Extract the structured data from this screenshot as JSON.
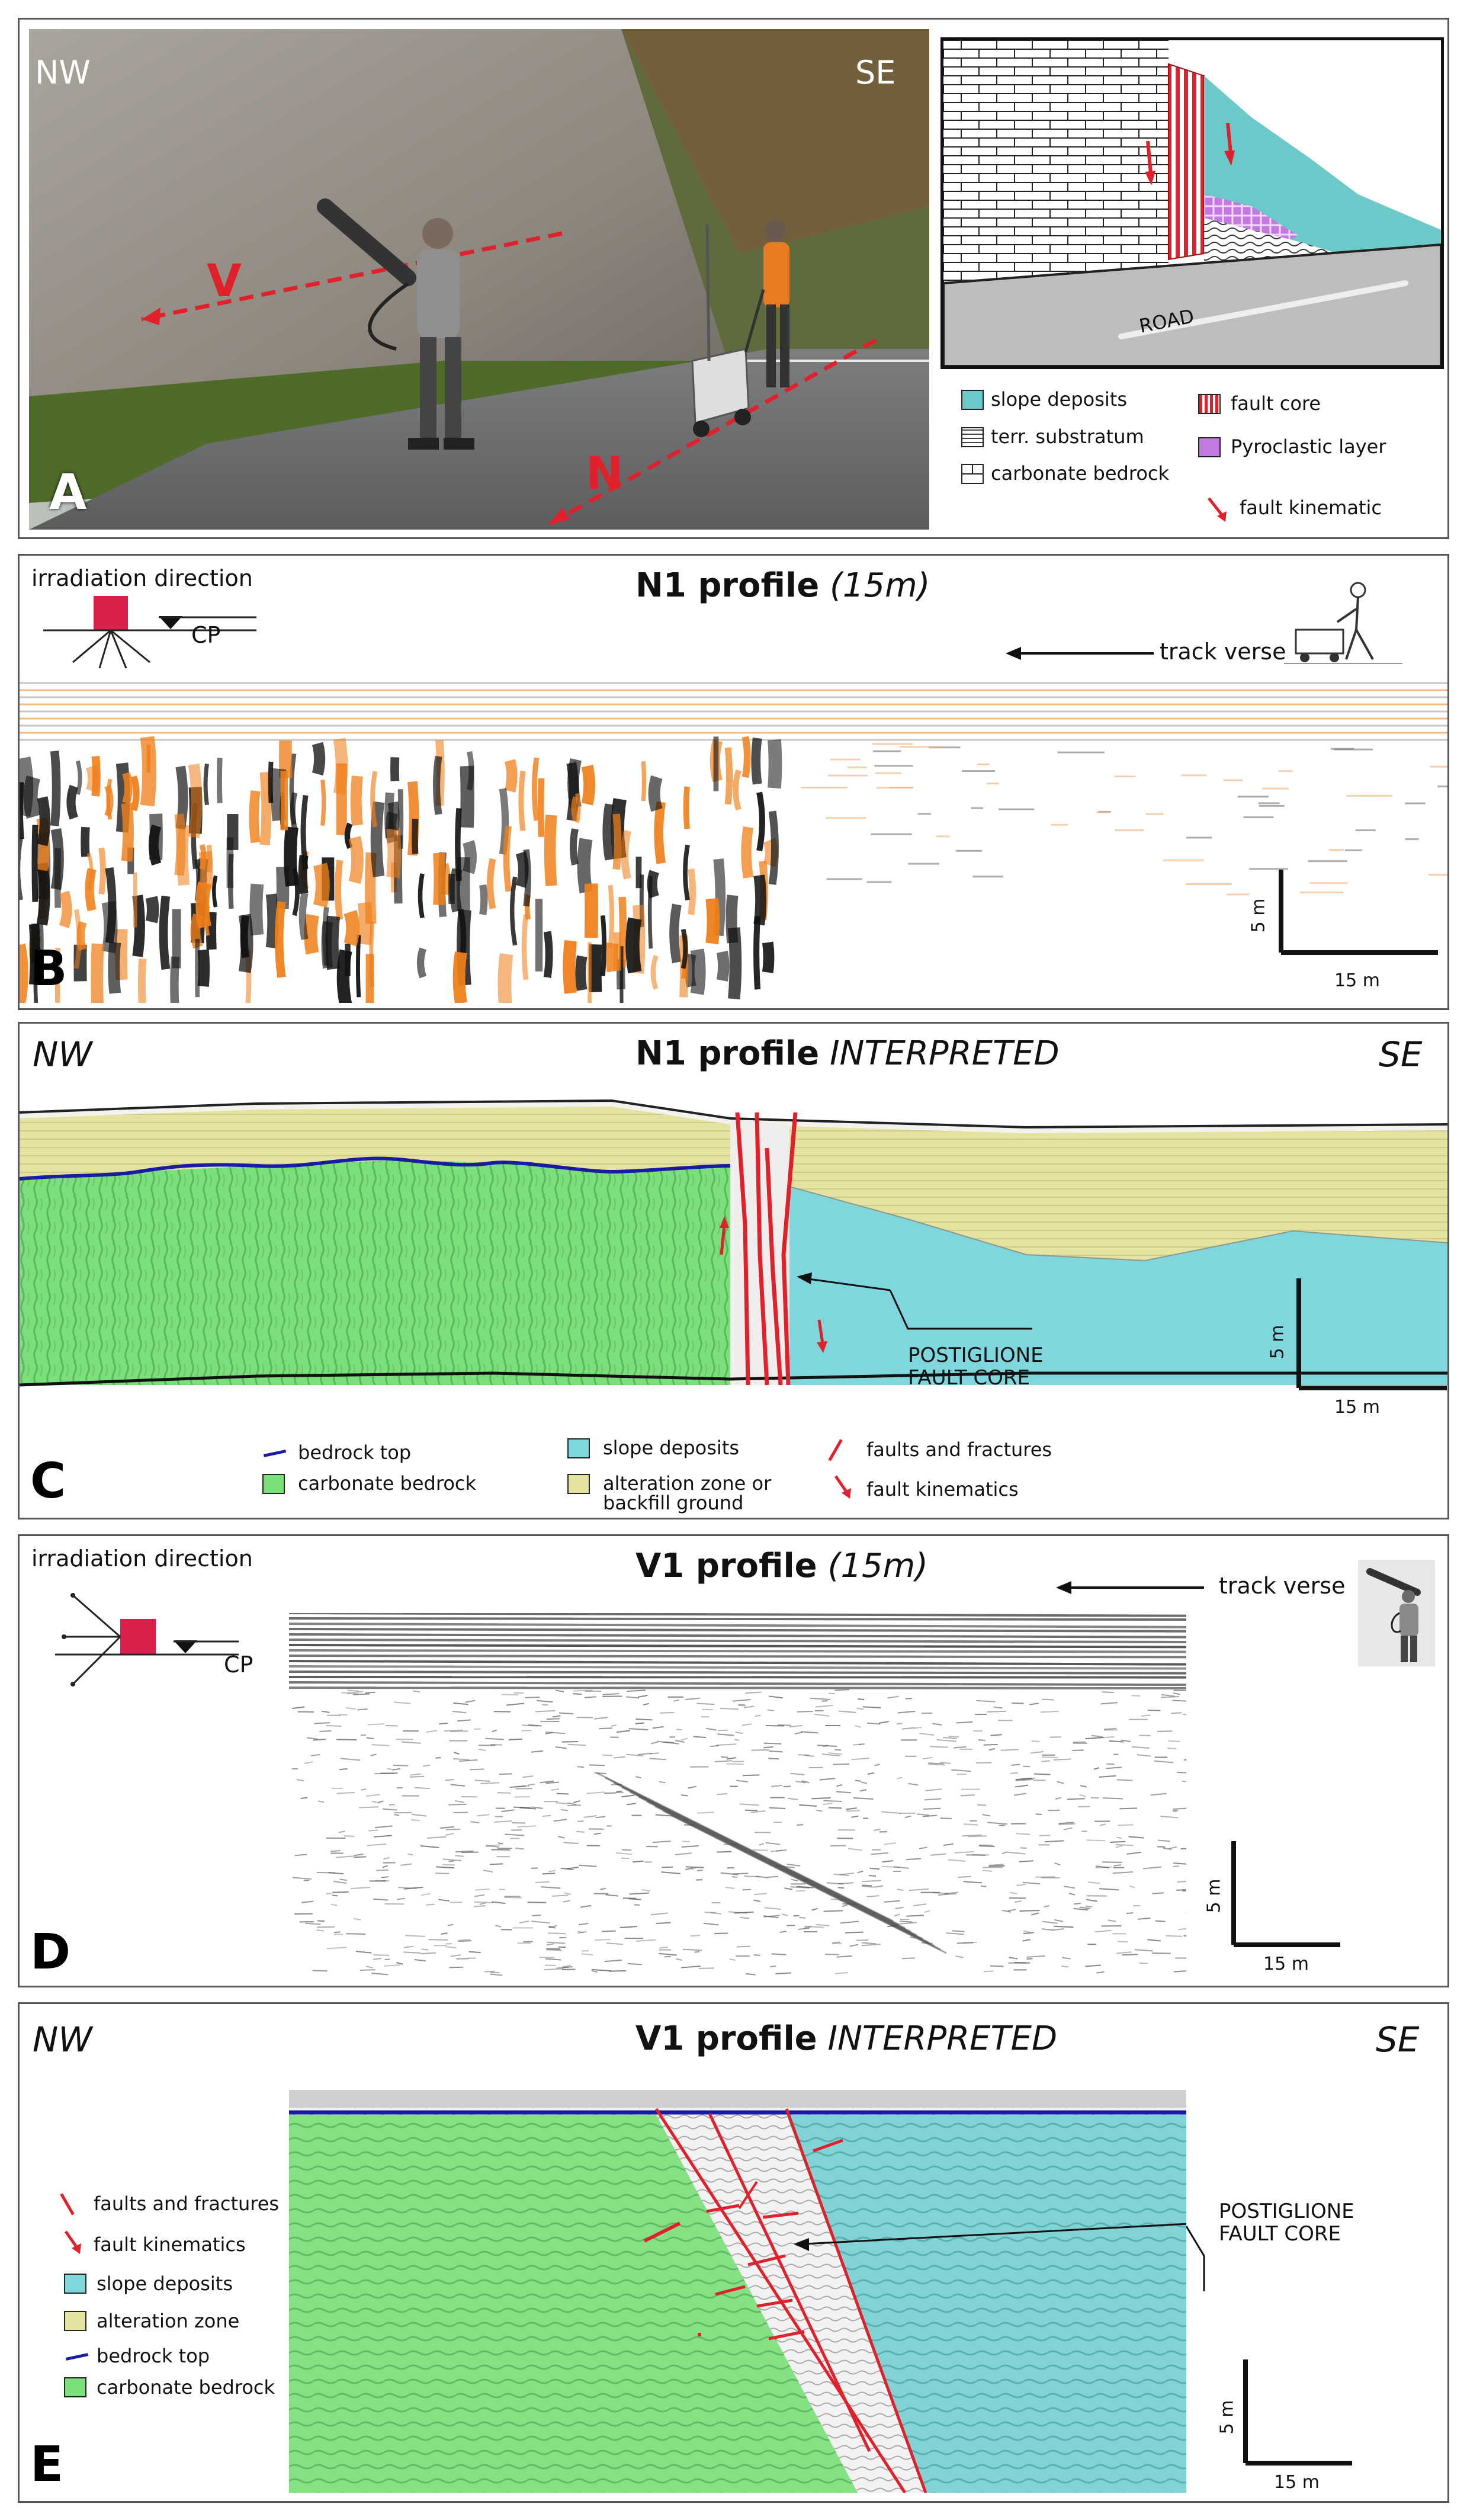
{
  "panel_a": {
    "letter": "A",
    "nw": "NW",
    "se": "SE",
    "v_mark": "V",
    "n_mark": "N",
    "road_label": "ROAD",
    "legend": {
      "slope_deposits": "slope deposits",
      "terr_substratum": "terr. substratum",
      "carbonate_bedrock": "carbonate bedrock",
      "fault_core": "fault core",
      "pyroclastic": "Pyroclastic layer",
      "fault_kinematic": "fault kinematic"
    },
    "colors": {
      "slope": "#6cc9c9",
      "pyroclastic": "#c27ae0",
      "fault": "#e0202a",
      "road": "#bdbdbd"
    }
  },
  "panel_b": {
    "letter": "B",
    "irradiation": "irradiation direction",
    "cp": "CP",
    "title_bold": "N1 profile",
    "title_ital": "(15m)",
    "track": "track verse",
    "scale_v": "5 m",
    "scale_h": "15 m",
    "colors": {
      "trace": "#ef7f1a",
      "dark": "#111111"
    }
  },
  "panel_c": {
    "letter": "C",
    "nw": "NW",
    "se": "SE",
    "title_bold": "N1 profile",
    "title_ital": "INTERPRETED",
    "callout_1": "POSTIGLIONE",
    "callout_2": "FAULT CORE",
    "scale_v": "5 m",
    "scale_h": "15 m",
    "legend": {
      "bedrock_top": "bedrock top",
      "carbonate_bedrock": "carbonate bedrock",
      "slope_deposits": "slope deposits",
      "alteration_1": "alteration zone or",
      "alteration_2": "backfill ground",
      "faults": "faults and fractures",
      "kinematics": "fault kinematics"
    },
    "colors": {
      "green": "#79e07a",
      "cyan": "#7fd6dc",
      "yellow": "#e5e3a0",
      "blue": "#1a1aa8",
      "red": "#e0202a"
    }
  },
  "panel_d": {
    "letter": "D",
    "irradiation": "irradiation direction",
    "cp": "CP",
    "title_bold": "V1 profile",
    "title_ital": "(15m)",
    "track": "track verse",
    "scale_v": "5 m",
    "scale_h": "15 m"
  },
  "panel_e": {
    "letter": "E",
    "nw": "NW",
    "se": "SE",
    "title_bold": "V1 profile",
    "title_ital": "INTERPRETED",
    "callout_1": "POSTIGLIONE",
    "callout_2": "FAULT CORE",
    "scale_v": "5 m",
    "scale_h": "15 m",
    "legend": {
      "faults": "faults and fractures",
      "kinematics": "fault kinematics",
      "slope_deposits": "slope deposits",
      "alteration": "alteration zone",
      "bedrock_top": "bedrock top",
      "carbonate_bedrock": "carbonate bedrock"
    }
  }
}
